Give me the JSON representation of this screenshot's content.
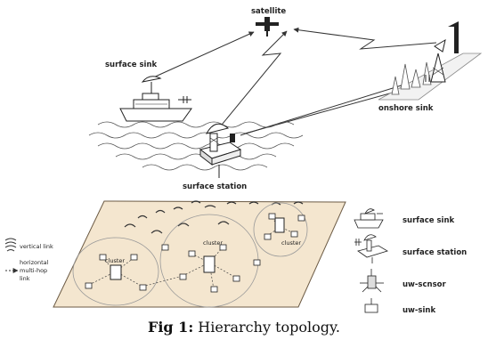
{
  "figure": {
    "labels": {
      "satellite": "satellite",
      "surface_sink_top": "surface sink",
      "onshore_sink": "onshore sink",
      "surface_station_top": "surface station",
      "cluster_a": "cluster",
      "cluster_b": "cluster",
      "cluster_c": "cluster"
    },
    "legend_left": {
      "vertical_link": "vertical link",
      "horizontal_line1": "horizontal",
      "horizontal_line2": "multi-hop",
      "horizontal_line3": "link"
    },
    "legend_right": {
      "surface_sink": "surface sink",
      "surface_station": "surface station",
      "uw_sensor": "uw-scnsor",
      "uw_sink": "uw-sink"
    },
    "icons": [
      "satellite-icon",
      "ship-icon",
      "antenna-tower-icon",
      "buoy-station-icon",
      "sensor-icon",
      "uw-sink-icon"
    ]
  },
  "caption": {
    "prefix": "Fig 1:",
    "text": " Hierarchy topology."
  }
}
